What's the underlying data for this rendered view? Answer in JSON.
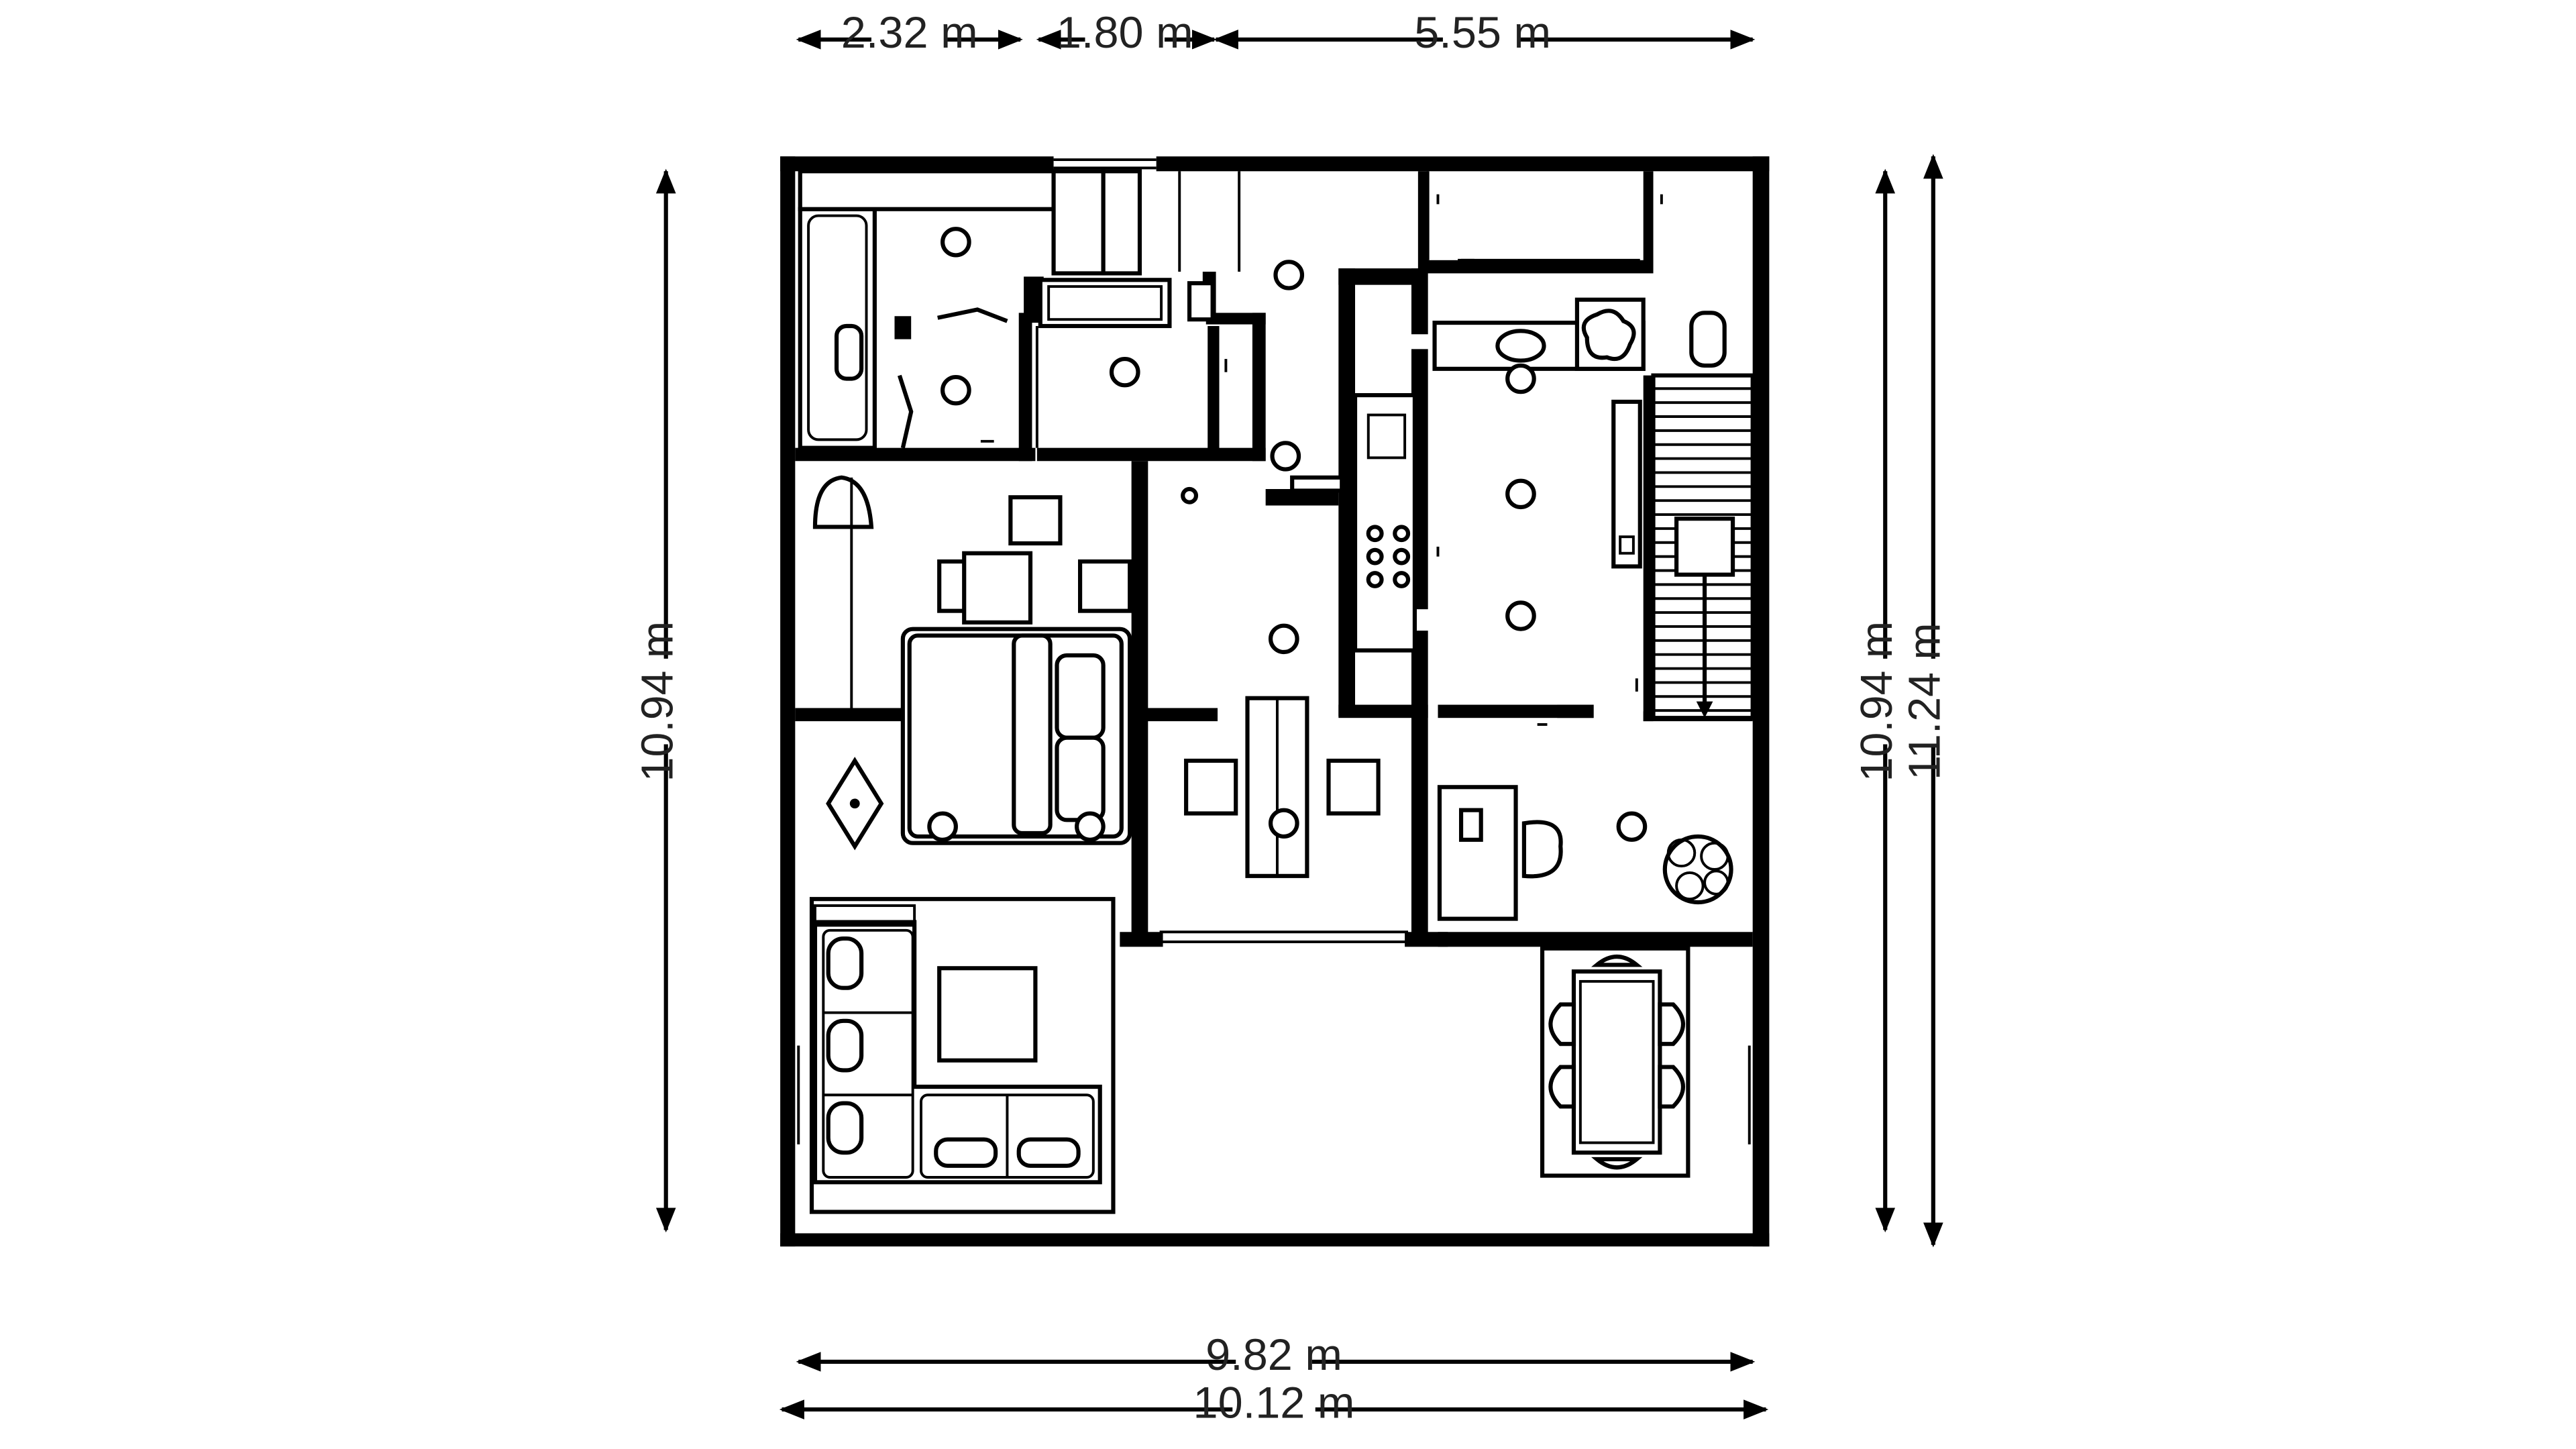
{
  "plan": {
    "dimensions_top": [
      "2.32 m",
      "1.80 m",
      "5.55 m"
    ],
    "dimensions_bottom": [
      "9.82 m",
      "10.12 m"
    ],
    "dimensions_left": [
      "10.94 m"
    ],
    "dimensions_right": [
      "10.94 m",
      "11.24 m"
    ],
    "colors": {
      "wall": "#000000",
      "background": "#ffffff",
      "line": "#000000"
    },
    "icons": [
      "bathtub",
      "toilet",
      "sink",
      "stove",
      "bed",
      "sofa",
      "dining-table",
      "desk",
      "chair",
      "plant",
      "staircase",
      "ceiling-light",
      "rug"
    ]
  }
}
